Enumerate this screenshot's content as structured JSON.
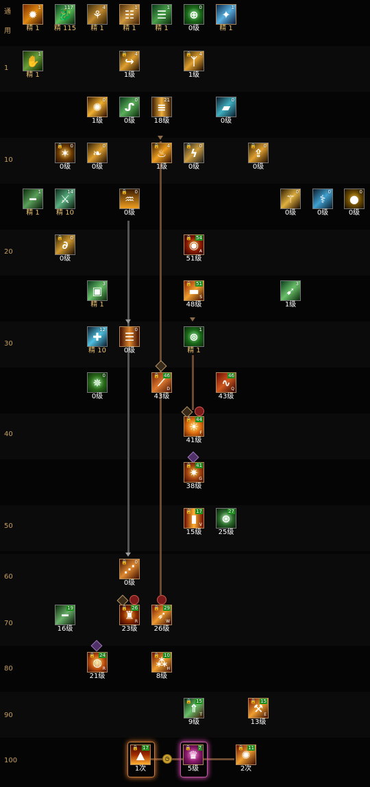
{
  "sidebar": {
    "common_label_top": "通",
    "common_label_bottom": "用",
    "levels": [
      "1",
      "10",
      "20",
      "30",
      "40",
      "50",
      "60",
      "70",
      "80",
      "90",
      "100"
    ]
  },
  "common_skills": [
    {
      "name": "explosion-icon",
      "value": "1",
      "label": "精 1",
      "gold": true
    },
    {
      "name": "dragon-icon",
      "value": "117",
      "label": "精 115",
      "gold": true
    },
    {
      "name": "crouch-icon",
      "value": "4",
      "label": "精 1",
      "gold": true
    },
    {
      "name": "scroll-icon",
      "value": "1",
      "label": "精 1",
      "gold": true
    },
    {
      "name": "scroll-green-icon",
      "value": "1",
      "label": "精 1",
      "gold": true
    },
    {
      "name": "target-icon",
      "value": "0",
      "label": "0级",
      "gold": false
    },
    {
      "name": "wing-icon",
      "value": "1",
      "label": "精 1",
      "gold": true
    }
  ],
  "skills": [
    {
      "id": "s1",
      "value": "1",
      "label": "精 1",
      "gold": true,
      "icon": "grenade-icon"
    },
    {
      "id": "s2",
      "value": "4",
      "label": "1级",
      "lock": true,
      "icon": "kick-icon"
    },
    {
      "id": "s3",
      "value": "4",
      "label": "1级",
      "lock": true,
      "icon": "slash-icon"
    },
    {
      "id": "s4",
      "value": "0",
      "label": "1级",
      "icon": "burst-icon"
    },
    {
      "id": "s5",
      "value": "0",
      "label": "0级",
      "icon": "mech-icon"
    },
    {
      "id": "s6",
      "value": "21",
      "label": "18级",
      "icon": "gatling-icon"
    },
    {
      "id": "s7",
      "value": "0",
      "label": "0级",
      "icon": "tank-icon"
    },
    {
      "id": "s8",
      "value": "0",
      "label": "0级",
      "lock": true,
      "icon": "spark-icon"
    },
    {
      "id": "s9",
      "value": "0",
      "label": "0级",
      "icon": "leaf-icon"
    },
    {
      "id": "s10",
      "value": "4",
      "label": "1级",
      "lock": true,
      "icon": "flame-icon"
    },
    {
      "id": "s11",
      "value": "0",
      "label": "0级",
      "lock": true,
      "icon": "lightning-icon"
    },
    {
      "id": "s12",
      "value": "0",
      "label": "0级",
      "lock": true,
      "icon": "jump-icon"
    },
    {
      "id": "s13",
      "value": "1",
      "label": "精 1",
      "gold": true,
      "icon": "rifle-icon"
    },
    {
      "id": "s14",
      "value": "14",
      "label": "精 10",
      "gold": true,
      "icon": "machinegun-icon"
    },
    {
      "id": "s15",
      "value": "0",
      "label": "0级",
      "lock": true,
      "icon": "fire-wall-icon"
    },
    {
      "id": "s16",
      "value": "0",
      "label": "0级",
      "icon": "hook-icon"
    },
    {
      "id": "s17",
      "value": "0",
      "label": "0级",
      "icon": "laser-icon"
    },
    {
      "id": "s18",
      "value": "0",
      "label": "0级",
      "icon": "bomb-icon"
    },
    {
      "id": "s19",
      "value": "0",
      "label": "0级",
      "lock": true,
      "icon": "sprint-icon"
    },
    {
      "id": "s20",
      "value": "54",
      "label": "51级",
      "lock": true,
      "tag": "A",
      "green": true,
      "icon": "eye-icon"
    },
    {
      "id": "s21",
      "value": "3",
      "label": "精 1",
      "gold": true,
      "icon": "crate-icon"
    },
    {
      "id": "s22",
      "value": "51",
      "label": "48级",
      "lock": true,
      "tag": "S",
      "green": true,
      "icon": "cannon-icon"
    },
    {
      "id": "s23",
      "value": "3",
      "label": "1级",
      "icon": "drill-icon"
    },
    {
      "id": "s24",
      "value": "12",
      "label": "精 10",
      "gold": true,
      "icon": "syringe-icon"
    },
    {
      "id": "s25",
      "value": "0",
      "label": "0级",
      "icon": "flamethrower-icon"
    },
    {
      "id": "s26",
      "value": "1",
      "label": "精 1",
      "gold": true,
      "icon": "sight-icon"
    },
    {
      "id": "s27",
      "value": "0",
      "label": "0级",
      "icon": "virus-icon"
    },
    {
      "id": "s28",
      "value": "46",
      "label": "43级",
      "lock": true,
      "tag": "D",
      "green": true,
      "icon": "rocket-icon"
    },
    {
      "id": "s29",
      "value": "46",
      "label": "43级",
      "tag": "Q",
      "green": true,
      "icon": "wave-icon"
    },
    {
      "id": "s30",
      "value": "44",
      "label": "41级",
      "lock": true,
      "tag": "F",
      "green": true,
      "icon": "sun-icon"
    },
    {
      "id": "s31",
      "value": "41",
      "label": "38级",
      "lock": true,
      "tag": "G",
      "green": true,
      "icon": "nova-icon"
    },
    {
      "id": "s32",
      "value": "17",
      "label": "15级",
      "lock": true,
      "tag": "V",
      "green": true,
      "icon": "beam-icon"
    },
    {
      "id": "s33",
      "value": "27",
      "label": "25级",
      "green": true,
      "icon": "oracle-icon"
    },
    {
      "id": "s34",
      "value": "0",
      "label": "0级",
      "lock": true,
      "icon": "blast-icon"
    },
    {
      "id": "s35",
      "value": "19",
      "label": "16级",
      "green": true,
      "icon": "sniper-icon"
    },
    {
      "id": "s36",
      "value": "26",
      "label": "23级",
      "lock": true,
      "tag": "R",
      "green": true,
      "icon": "mech-suit-icon"
    },
    {
      "id": "s37",
      "value": "29",
      "label": "26级",
      "lock": true,
      "tag": "W",
      "green": true,
      "icon": "missile-icon"
    },
    {
      "id": "s38",
      "value": "24",
      "label": "21级",
      "lock": true,
      "tag": "R",
      "green": true,
      "icon": "orb-icon"
    },
    {
      "id": "s39",
      "value": "10",
      "label": "8级",
      "lock": true,
      "tag": "H",
      "green": true,
      "icon": "barrage-icon"
    },
    {
      "id": "s40",
      "value": "15",
      "label": "9级",
      "lock": true,
      "tag": "T",
      "green": true,
      "icon": "upgrade-icon"
    },
    {
      "id": "s41",
      "value": "15",
      "label": "13级",
      "lock": true,
      "tag": "E",
      "green": true,
      "icon": "armory-icon"
    },
    {
      "id": "s42",
      "value": "17",
      "label": "1次",
      "lock": true,
      "green": true,
      "icon": "pillar-icon"
    },
    {
      "id": "s43",
      "value": "7",
      "label": "5级",
      "lock": true,
      "green": true,
      "icon": "awaken-icon"
    },
    {
      "id": "s44",
      "value": "11",
      "label": "2次",
      "lock": true,
      "green": true,
      "icon": "finale-icon"
    }
  ],
  "colors": {
    "gold_label": "#e8c070",
    "level_text": "#c8a060",
    "green_badge": "#1f9c1f",
    "link_brown": "#6b4a30",
    "link_gray": "#555555"
  }
}
